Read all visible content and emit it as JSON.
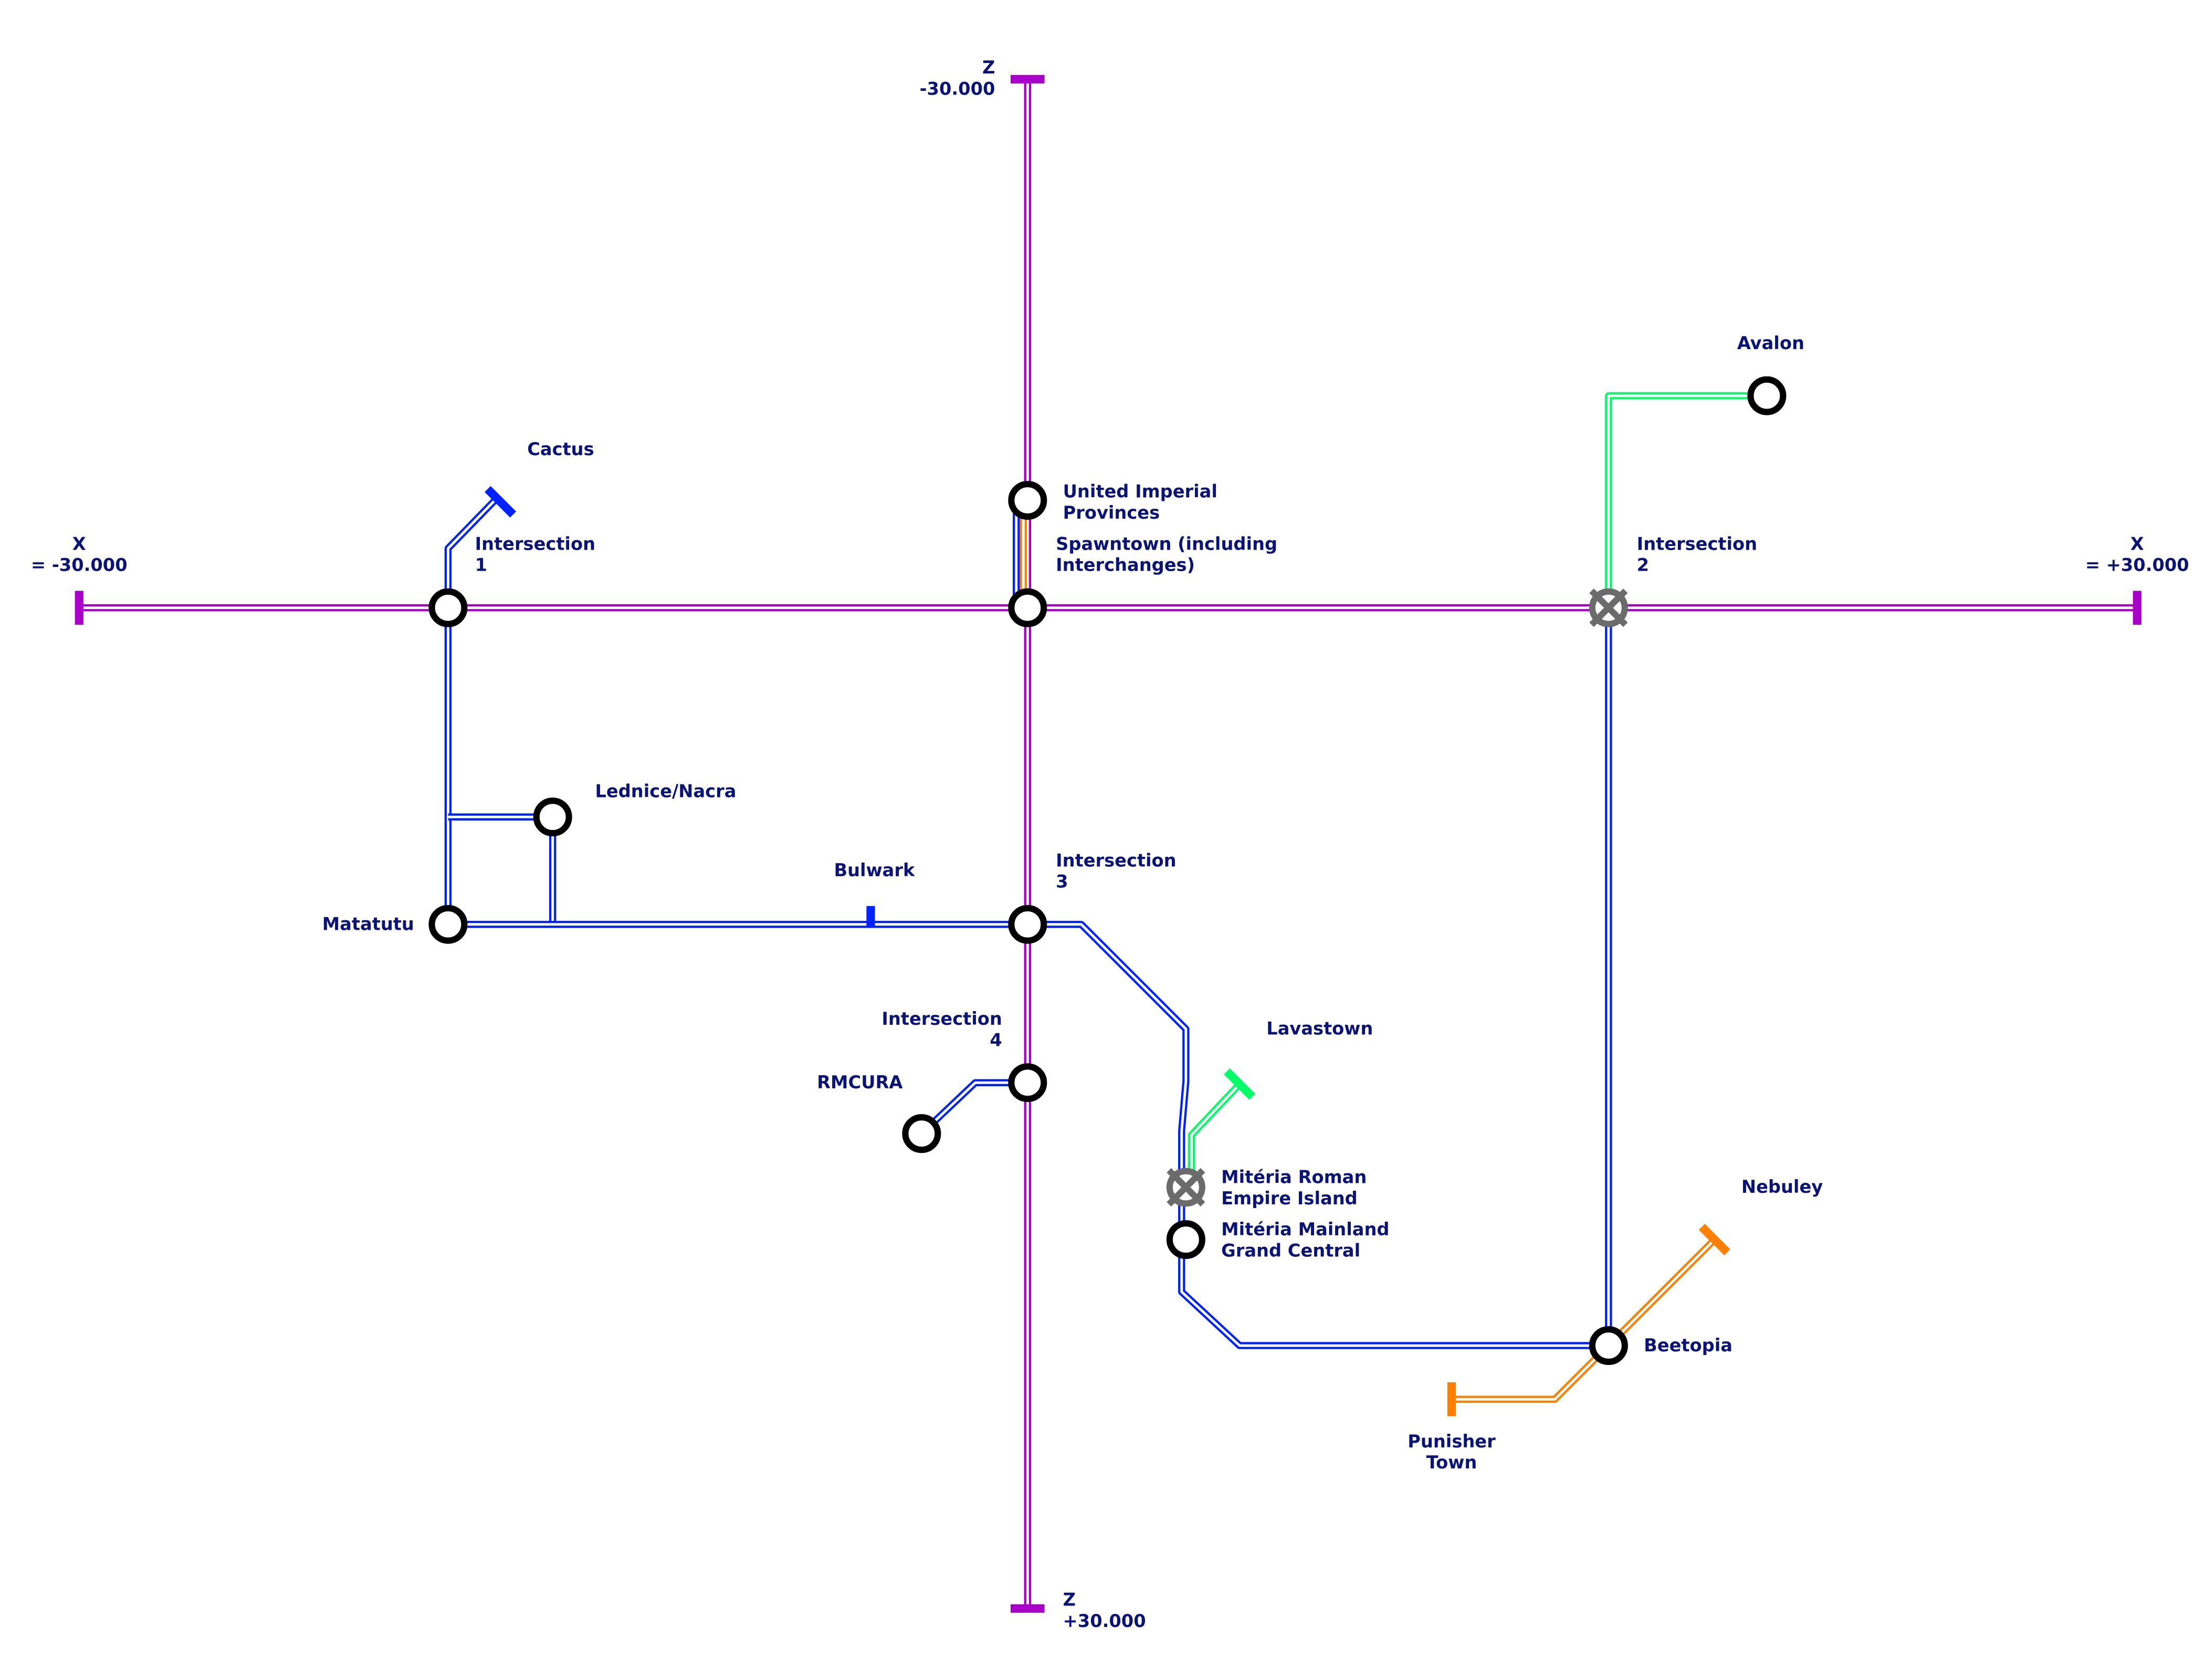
{
  "colors": {
    "purple_line": "#a800c8",
    "blue_line": "#0022ff",
    "orange_line": "#ff7f00",
    "green_line": "#00ff66",
    "closed_station": "#6b6b6b",
    "station": "#000000",
    "label_text": "#0a1478"
  },
  "axis_labels": {
    "x_west": [
      "X",
      "= -30.000"
    ],
    "x_east": [
      "X",
      "= +30.000"
    ],
    "z_north": [
      "Z",
      "-30.000"
    ],
    "z_south": [
      "Z",
      "+30.000"
    ]
  },
  "stations": {
    "intersection_1": [
      "Intersection",
      "1"
    ],
    "spawntown": [
      "Spawntown (including",
      "Interchanges)"
    ],
    "intersection_2": [
      "Intersection",
      "2"
    ],
    "united_imperial_provinces": [
      "United Imperial",
      "Provinces"
    ],
    "avalon": [
      "Avalon"
    ],
    "cactus": [
      "Cactus"
    ],
    "lednice_nacra": [
      "Lednice/Nacra"
    ],
    "matatutu": [
      "Matatutu"
    ],
    "bulwark": [
      "Bulwark"
    ],
    "intersection_3": [
      "Intersection",
      "3"
    ],
    "intersection_4": [
      "Intersection",
      "4"
    ],
    "rmcura": [
      "RMCURA"
    ],
    "lavastown": [
      "Lavastown"
    ],
    "miteria_roman_empire_island": [
      "Mitéria Roman",
      "Empire Island"
    ],
    "miteria_mainland_grand_central": [
      "Mitéria Mainland",
      "Grand Central"
    ],
    "nebuley": [
      "Nebuley"
    ],
    "beetopia": [
      "Beetopia"
    ],
    "punisher_town": [
      "Punisher",
      "Town"
    ]
  },
  "station_status": {
    "intersection_2": "closed",
    "miteria_roman_empire_island": "closed"
  }
}
